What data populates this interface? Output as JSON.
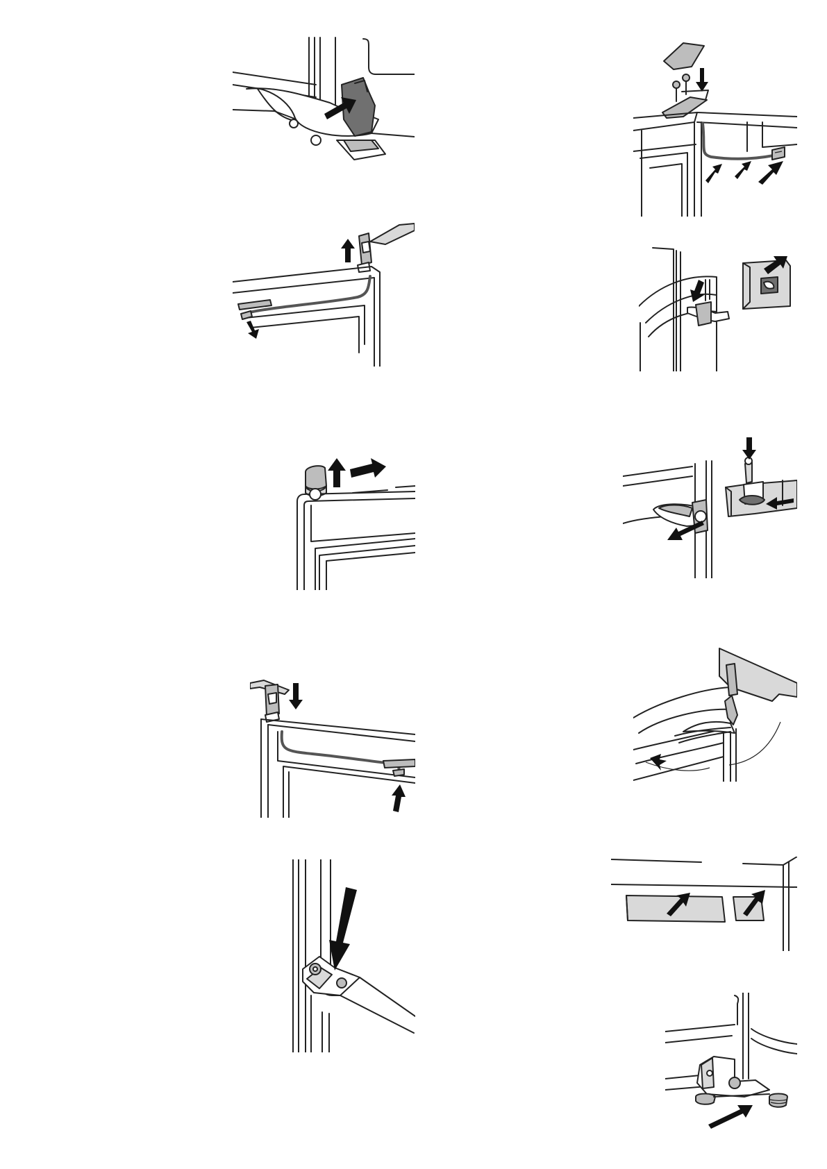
{
  "page": {
    "title": "",
    "figures": [
      {
        "id": "fig-1",
        "icon": "hinge-cover-push-illustration"
      },
      {
        "id": "fig-2",
        "icon": "cover-screws-cable-illustration"
      },
      {
        "id": "fig-3",
        "icon": "top-hinge-lift-illustration"
      },
      {
        "id": "fig-4",
        "icon": "hinge-bracket-remove-illustration"
      },
      {
        "id": "fig-5",
        "icon": "door-cap-lift-illustration"
      },
      {
        "id": "fig-6",
        "icon": "hinge-pin-screw-illustration"
      },
      {
        "id": "fig-7",
        "icon": "top-hinge-insert-illustration"
      },
      {
        "id": "fig-8",
        "icon": "door-swing-illustration"
      },
      {
        "id": "fig-9",
        "icon": "bottom-hinge-pin-illustration"
      },
      {
        "id": "fig-10",
        "icon": "cover-strip-remove-illustration"
      },
      {
        "id": "fig-11",
        "icon": "foot-bracket-insert-illustration"
      }
    ]
  }
}
